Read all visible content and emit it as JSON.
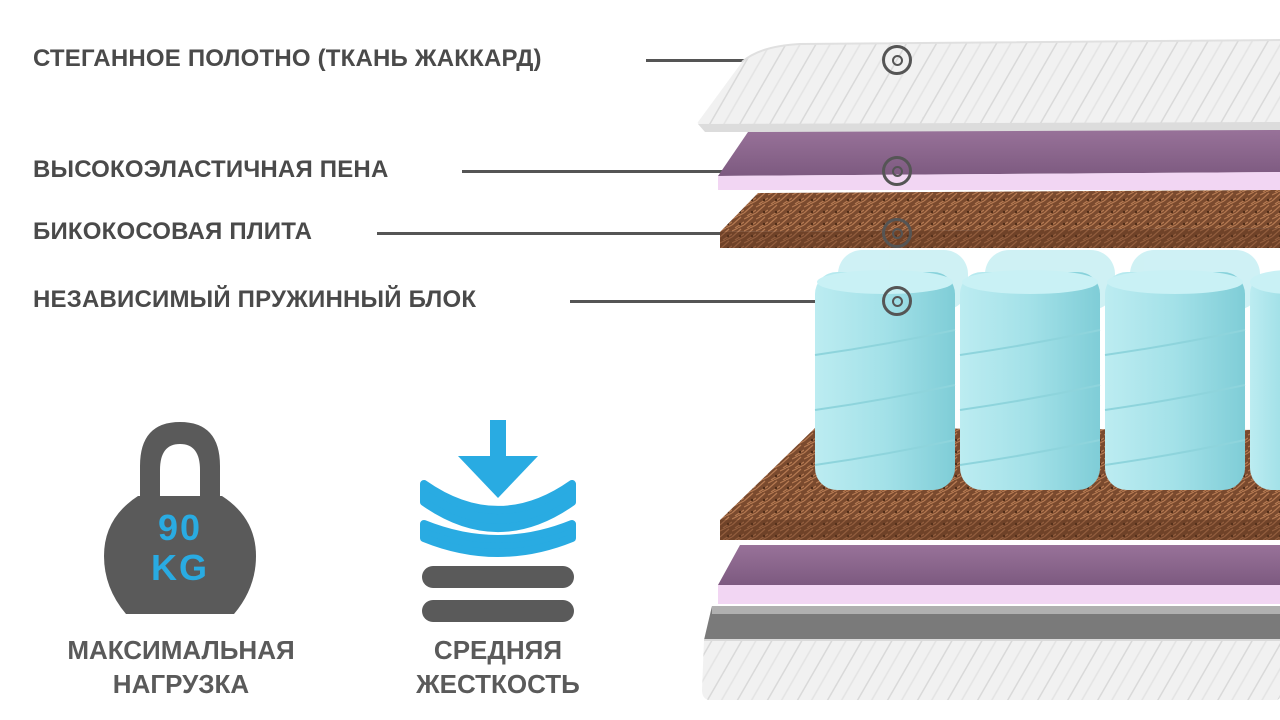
{
  "layers": [
    {
      "label": "СТЕГАННОЕ ПОЛОТНО (ТКАНЬ ЖАККАРД)"
    },
    {
      "label": "ВЫСОКОЭЛАСТИЧНАЯ ПЕНА"
    },
    {
      "label": "БИКОКОСОВАЯ ПЛИТА"
    },
    {
      "label": "НЕЗАВИСИМЫЙ ПРУЖИННЫЙ БЛОК"
    }
  ],
  "features": {
    "load": {
      "weight_value": "90",
      "weight_unit": "KG",
      "caption_line1": "МАКСИМАЛЬНАЯ",
      "caption_line2": "НАГРУЗКА",
      "icon": "kettlebell-icon"
    },
    "firmness": {
      "caption_line1": "СРЕДНЯЯ",
      "caption_line2": "ЖЕСТКОСТЬ",
      "icon": "firmness-layers-icon"
    }
  },
  "colors": {
    "text": "#4a4a4a",
    "accent_blue": "#29abe2",
    "icon_gray": "#5a5a5a",
    "foam": "#8c6a8f",
    "coir": "#7a4a2e",
    "spring": "#a8e4ea",
    "fabric": "#eeeeee"
  }
}
